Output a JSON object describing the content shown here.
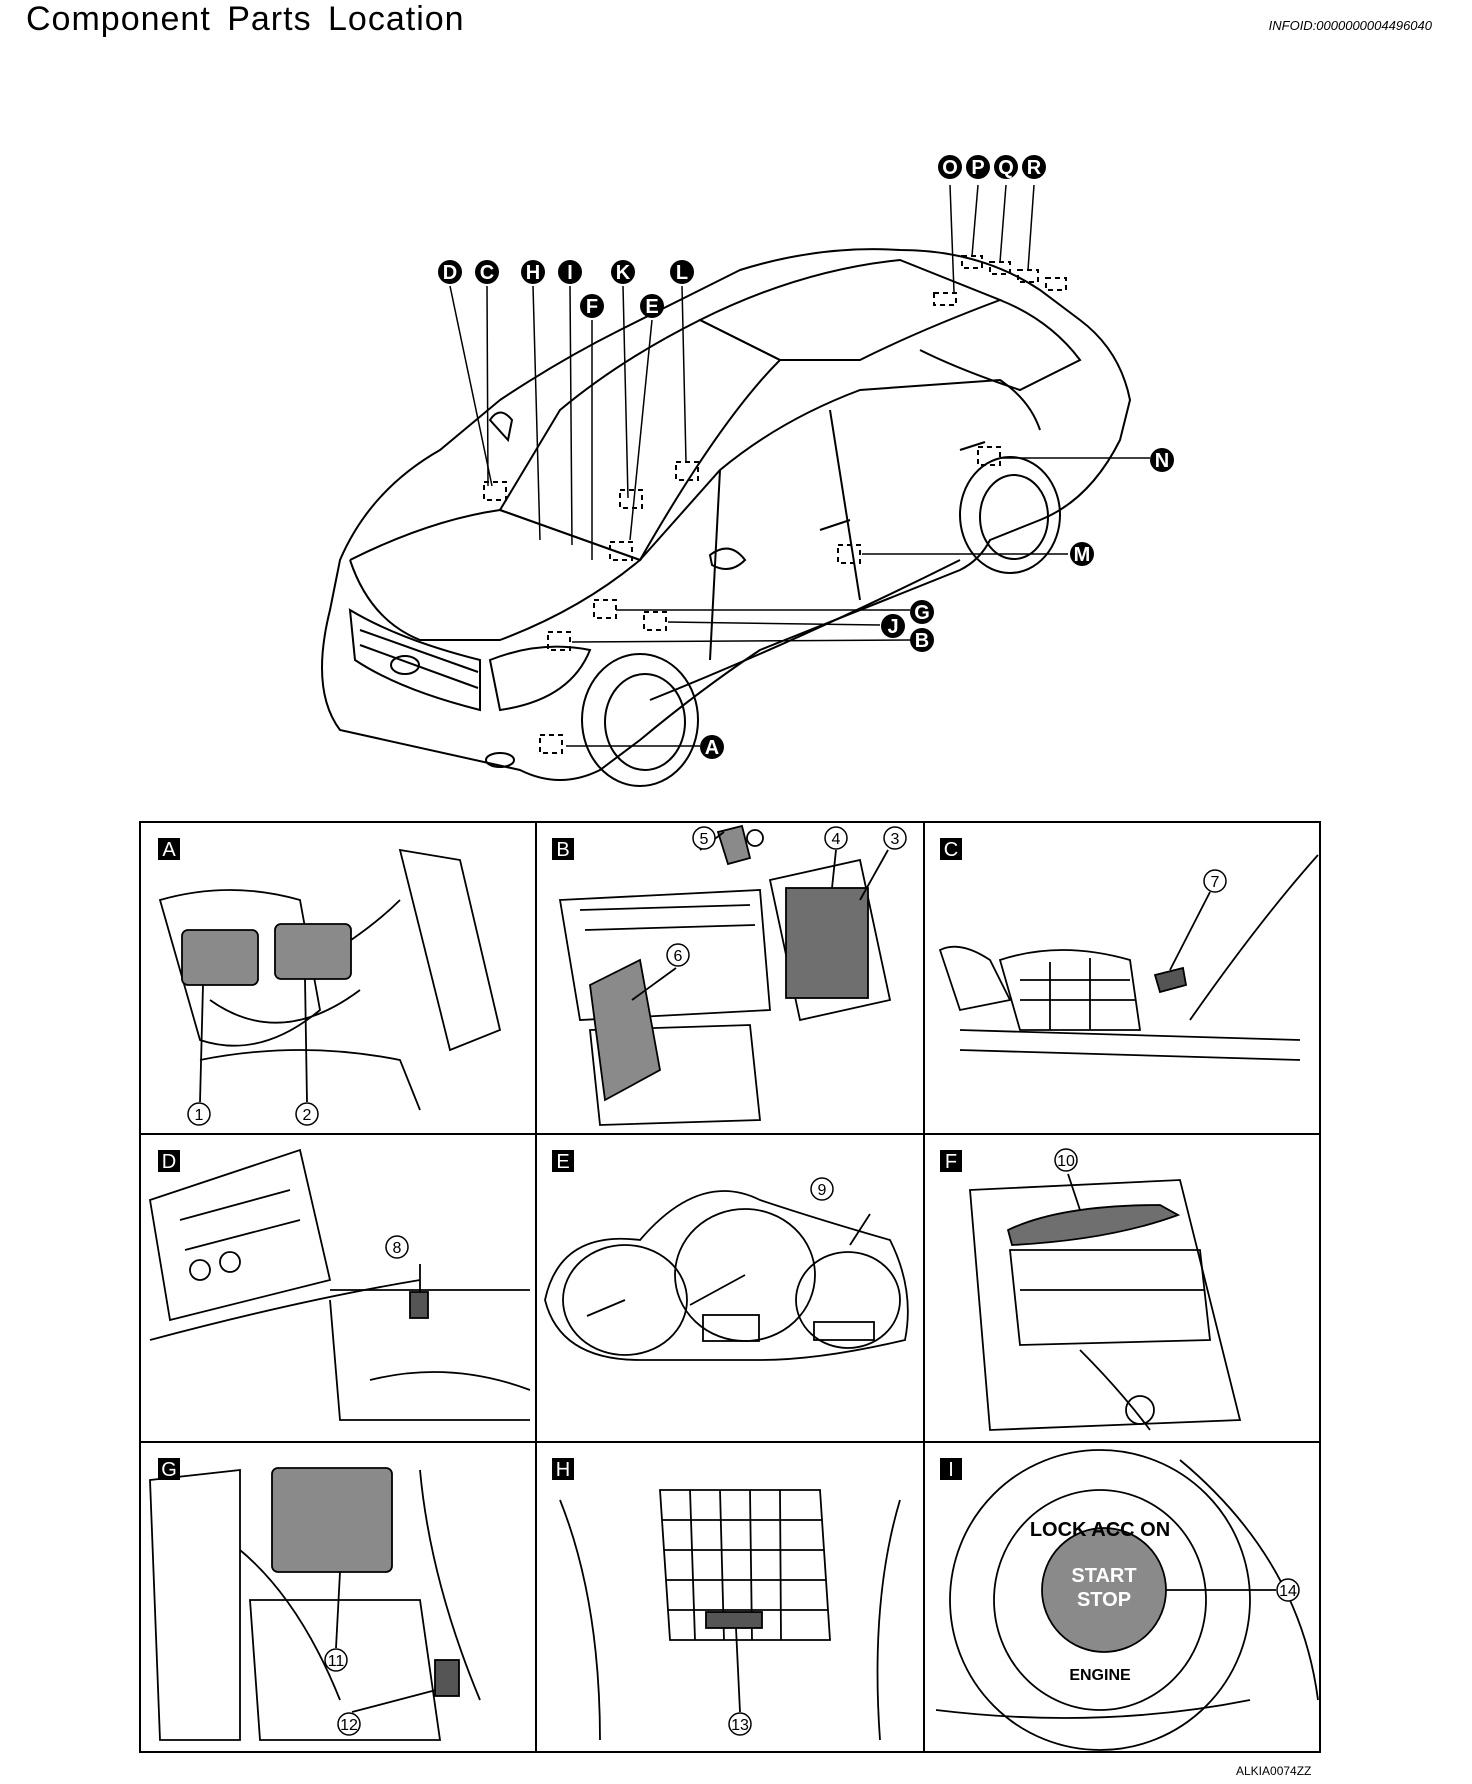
{
  "page": {
    "title": "Component Parts Location",
    "info_id": "INFOID:0000000004496040",
    "figure_code": "ALKIA0074ZZ"
  },
  "overview_labels": [
    "A",
    "B",
    "C",
    "D",
    "E",
    "F",
    "G",
    "H",
    "I",
    "J",
    "K",
    "L",
    "M",
    "N",
    "O",
    "P",
    "Q",
    "R"
  ],
  "panels": [
    {
      "id": "A",
      "callouts": [
        "1",
        "2"
      ]
    },
    {
      "id": "B",
      "callouts": [
        "3",
        "4",
        "5",
        "6"
      ]
    },
    {
      "id": "C",
      "callouts": [
        "7"
      ]
    },
    {
      "id": "D",
      "callouts": [
        "8"
      ]
    },
    {
      "id": "E",
      "callouts": [
        "9"
      ]
    },
    {
      "id": "F",
      "callouts": [
        "10"
      ]
    },
    {
      "id": "G",
      "callouts": [
        "11",
        "12"
      ]
    },
    {
      "id": "H",
      "callouts": [
        "13"
      ]
    },
    {
      "id": "I",
      "callouts": [
        "14"
      ]
    }
  ],
  "push_button": {
    "ring_text": "LOCK ACC ON",
    "center_line1": "START",
    "center_line2": "STOP",
    "bottom_text": "ENGINE"
  }
}
